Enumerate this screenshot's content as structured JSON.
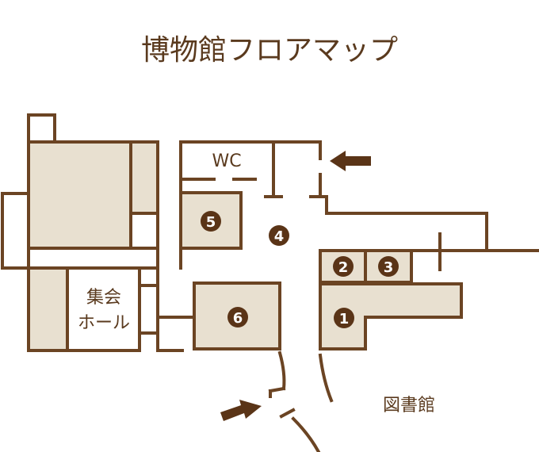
{
  "title": "博物館フロアマップ",
  "colors": {
    "wall": "#6b4423",
    "fill": "#e8e0d0",
    "marker": "#5a3417",
    "text": "#5a3a1e"
  },
  "rooms": {
    "wc": "WC",
    "hall_line1": "集会",
    "hall_line2": "ホール",
    "library": "図書館"
  },
  "markers": [
    "1",
    "2",
    "3",
    "4",
    "5",
    "6"
  ],
  "entrance_arrows": [
    "entrance-arrow-east",
    "entrance-arrow-south"
  ]
}
